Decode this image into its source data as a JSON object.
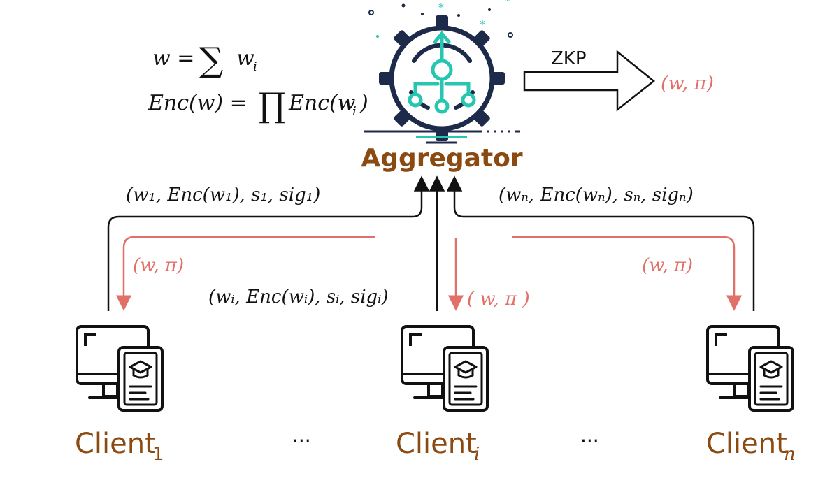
{
  "formulas": {
    "sum_lhs": "w = ",
    "sum_sym": "∑",
    "sum_rhs": "w",
    "sum_sub": "i",
    "prod_lhs": "Enc(w) = ",
    "prod_sym": "∏",
    "prod_rhs": "Enc(w",
    "prod_sub": "i",
    "prod_close": ")"
  },
  "zkp": {
    "label": "ZKP",
    "output": "(w, π)"
  },
  "aggregator": {
    "label": "Aggregator"
  },
  "messages": {
    "client1_upload": "(w₁, Enc(w₁), s₁, sig₁)",
    "clientn_upload": "(wₙ, Enc(wₙ), sₙ, sigₙ)",
    "clienti_upload": "(wᵢ, Enc(wᵢ), sᵢ, sigᵢ)",
    "return_1": "(w, π)",
    "return_i": "( w, π )",
    "return_n": "(w, π)"
  },
  "clients": [
    {
      "name": "Client",
      "sub": "1"
    },
    {
      "name": "Client",
      "sub": "i"
    },
    {
      "name": "Client",
      "sub": "n"
    }
  ],
  "ellipses": [
    "···",
    "···"
  ],
  "colors": {
    "teal": "#26c6b0",
    "navy": "#1d2a4a",
    "brown": "#8a4a12",
    "red": "#e07068",
    "black": "#111111"
  }
}
